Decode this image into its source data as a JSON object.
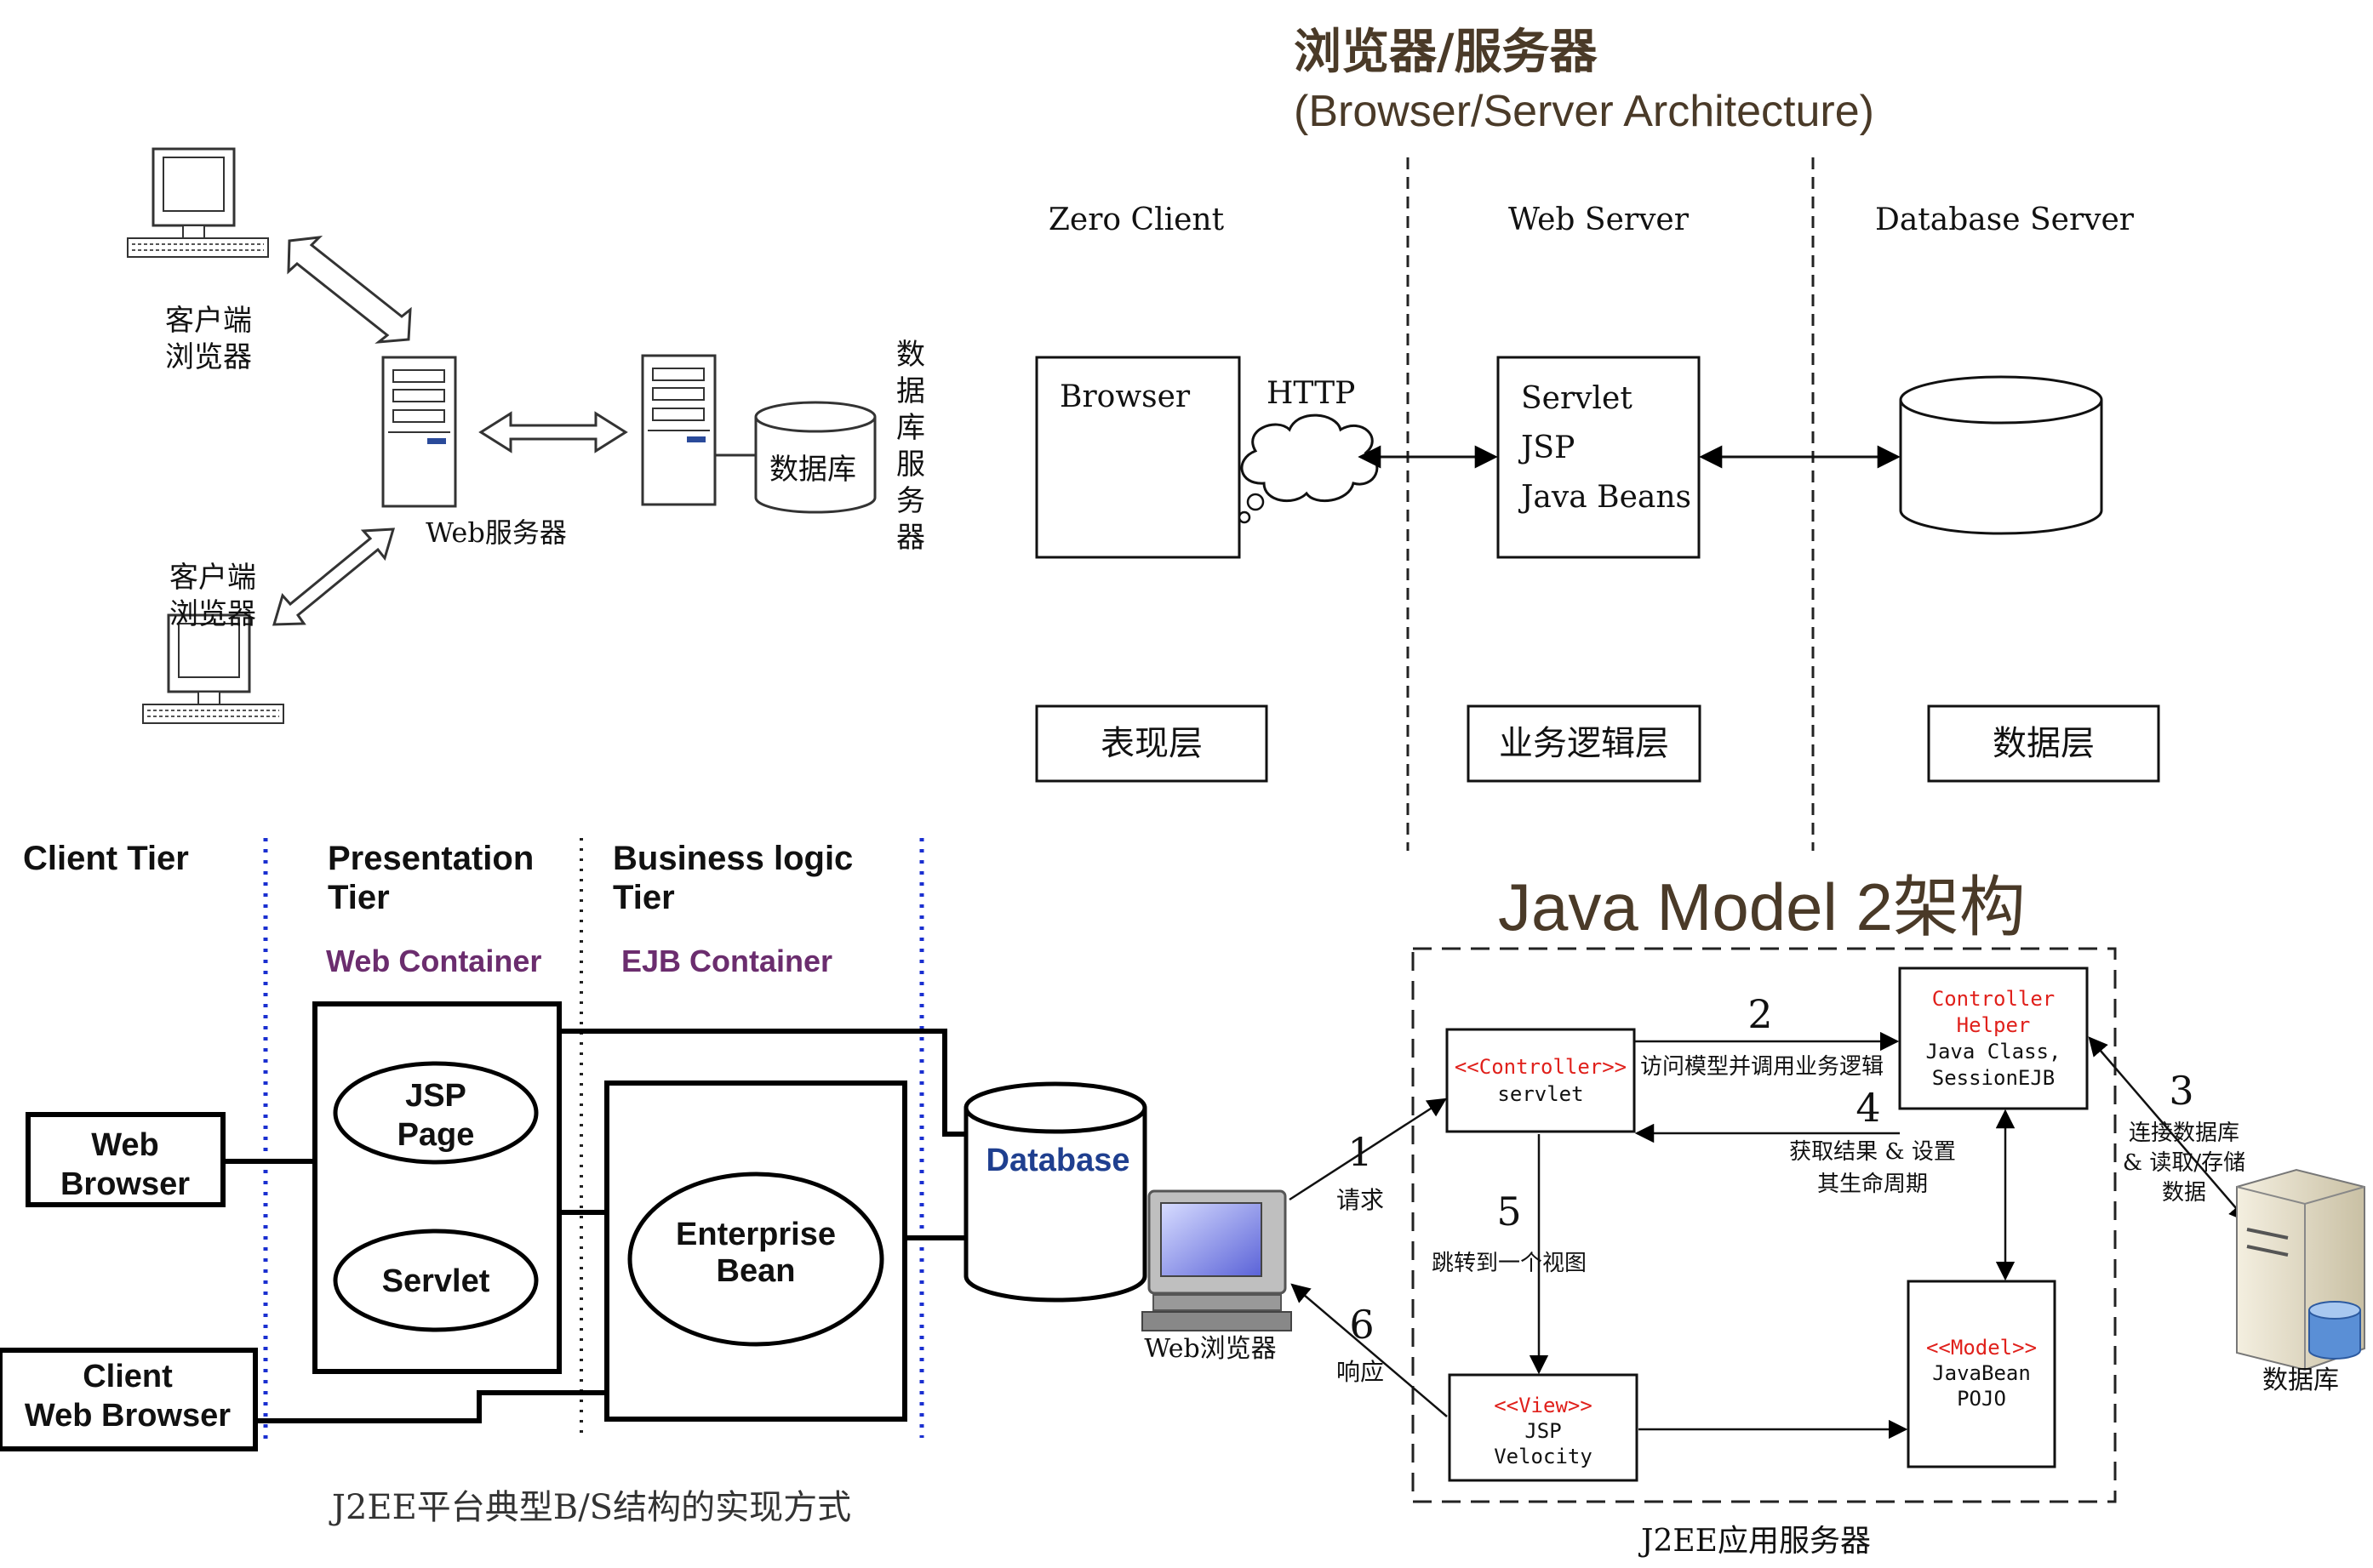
{
  "topleft": {
    "client_label_1": [
      "客户端",
      "浏览器"
    ],
    "client_label_2": [
      "客户端",
      "浏览器"
    ],
    "web_server_label": "Web服务器",
    "database_label": "数据库",
    "db_server_vertical": [
      "数",
      "据",
      "库",
      "服",
      "务",
      "器"
    ]
  },
  "bs": {
    "title_cn": "浏览器/服务器",
    "title_en": "(Browser/Server Architecture)",
    "columns": [
      "Zero Client",
      "Web Server",
      "Database Server"
    ],
    "browser_box": "Browser",
    "http_label": "HTTP",
    "server_items": [
      "Servlet",
      "JSP",
      "Java Beans"
    ],
    "layers": [
      "表现层",
      "业务逻辑层",
      "数据层"
    ]
  },
  "j2ee": {
    "tiers": {
      "client": "Client Tier",
      "presentation": [
        "Presentation",
        "Tier"
      ],
      "business": [
        "Business   logic",
        "Tier"
      ]
    },
    "web_container": "Web Container",
    "ejb_container": "EJB Container",
    "web_browser": [
      "Web",
      "Browser"
    ],
    "client_web_browser": [
      "Client",
      "Web Browser"
    ],
    "jsp_page": [
      "JSP",
      "Page"
    ],
    "servlet": "Servlet",
    "enterprise_bean": [
      "Enterprise",
      "Bean"
    ],
    "database": "Database",
    "caption": "J2EE平台典型B/S结构的实现方式"
  },
  "model2": {
    "title": "Java Model 2架构",
    "controller": [
      "<<Controller>>",
      "servlet"
    ],
    "controller_helper": [
      "Controller",
      "Helper",
      "Java Class,",
      "SessionEJB"
    ],
    "view": [
      "<<View>>",
      "JSP",
      "Velocity"
    ],
    "model": [
      "<<Model>>",
      "JavaBean",
      "POJO"
    ],
    "browser_label": "Web浏览器",
    "database_label": "数据库",
    "server_label": "J2EE应用服务器",
    "steps": [
      {
        "num": "1",
        "text": "请求"
      },
      {
        "num": "2",
        "text": "访问模型并调用业务逻辑"
      },
      {
        "num": "3",
        "text": [
          "连接数据库",
          "& 读取/存储",
          "数据"
        ]
      },
      {
        "num": "4",
        "text": [
          "获取结果 & 设置",
          "其生命周期"
        ]
      },
      {
        "num": "5",
        "text": "跳转到一个视图"
      },
      {
        "num": "6",
        "text": "响应"
      }
    ]
  },
  "colors": {
    "title_brown": "#4a3a28",
    "container_purple": "#6b2d6e",
    "database_blue": "#1f3f8f",
    "stereotype_red": "#e0201b",
    "tier_divider_blue": "#1a2fd0"
  }
}
